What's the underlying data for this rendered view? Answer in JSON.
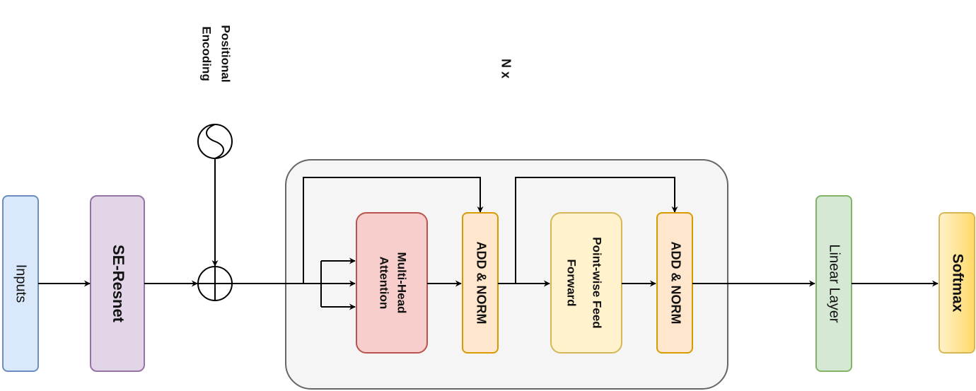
{
  "labels": {
    "inputs": "Inputs",
    "se_resnet": "SE-Resnet",
    "positional_line1": "Positional",
    "positional_line2": "Encoding",
    "n_x": "N x",
    "mha_line1": "Multi-Head",
    "mha_line2": "Attention",
    "add_norm_1": "ADD & NORM",
    "ffn_line1": "Point-wise Feed",
    "ffn_line2": "Forward",
    "add_norm_2": "ADD & NORM",
    "linear_layer": "Linear Layer",
    "softmax": "Softmax"
  },
  "colors": {
    "inputs_fill": "#dae8fc",
    "inputs_stroke": "#6c8ebf",
    "se_fill": "#e1d5e7",
    "se_stroke": "#9673a6",
    "mha_fill": "#f8cecc",
    "mha_stroke": "#b85450",
    "addnorm_fill": "#ffe6cc",
    "addnorm_stroke": "#d79b00",
    "ffn_fill": "#fff2cc",
    "ffn_stroke": "#d6b656",
    "linear_fill": "#d5e8d4",
    "linear_stroke": "#82b366",
    "softmax_fill": "#ffd966",
    "softmax_stroke": "#d6b656",
    "container_fill": "#f5f5f5",
    "container_stroke": "#666666"
  }
}
